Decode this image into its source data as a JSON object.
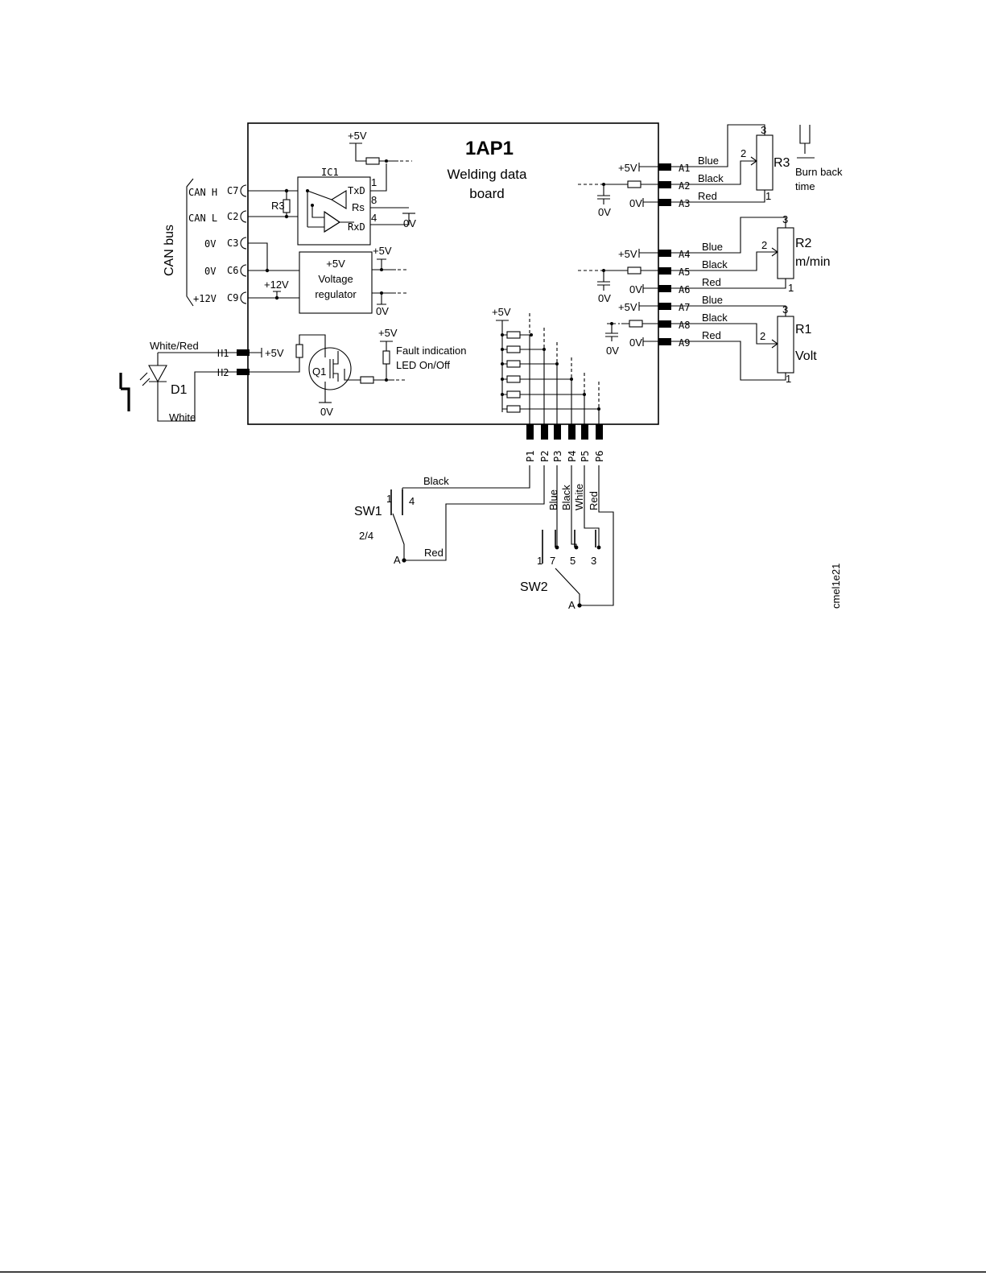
{
  "board": {
    "name": "1AP1",
    "subtitle_line1": "Welding data",
    "subtitle_line2": "board"
  },
  "can_bus": {
    "label": "CAN bus",
    "signals": [
      "CAN H",
      "CAN L",
      "0V",
      "0V",
      "+12V"
    ],
    "pins": [
      "C7",
      "C2",
      "C3",
      "C6",
      "C9"
    ]
  },
  "ic": {
    "name": "IC1",
    "txd": "TxD",
    "rs": "Rs",
    "rxd": "RxD",
    "pin_txd": "1",
    "pin_rs": "8",
    "pin_rxd": "4",
    "terminator": "R3"
  },
  "supply": {
    "v5": "+5V",
    "v0": "0V",
    "v12": "+12V"
  },
  "regulator": {
    "line1": "+5V",
    "line2": "Voltage",
    "line3": "regulator"
  },
  "fault": {
    "line1": "Fault indication",
    "line2": "LED On/Off",
    "transistor": "Q1"
  },
  "led": {
    "name": "D1",
    "wire_top": "White/Red",
    "wire_bottom": "White",
    "pins": [
      "H1",
      "H2"
    ],
    "h1_supply": "+5V"
  },
  "a_connector": {
    "pins": [
      "A1",
      "A2",
      "A3",
      "A4",
      "A5",
      "A6",
      "A7",
      "A8",
      "A9"
    ],
    "supply_labels": [
      "+5V",
      "",
      "0V",
      "+5V",
      "",
      "0V",
      "+5V",
      "",
      "0V"
    ],
    "wires": [
      "Blue",
      "Black",
      "Red",
      "Blue",
      "Black",
      "Red",
      "Blue",
      "Black",
      "Red"
    ]
  },
  "potentiometers": [
    {
      "name": "R3",
      "desc_line1": "Burn back",
      "desc_line2": "time",
      "pin_top": "3",
      "pin_wiper": "2",
      "pin_bottom": "1"
    },
    {
      "name": "R2",
      "desc_line1": "m/min",
      "desc_line2": "",
      "pin_top": "3",
      "pin_wiper": "2",
      "pin_bottom": "1"
    },
    {
      "name": "R1",
      "desc_line1": "Volt",
      "desc_line2": "",
      "pin_top": "3",
      "pin_wiper": "2",
      "pin_bottom": "1"
    }
  ],
  "p_connector": {
    "pins": [
      "P1",
      "P2",
      "P3",
      "P4",
      "P5",
      "P6"
    ],
    "supply": "+5V",
    "wires_vertical": [
      "Blue",
      "Black",
      "White",
      "Red"
    ]
  },
  "sw1": {
    "name": "SW1",
    "positions": "2/4",
    "contact_a": "A",
    "contact_1": "1",
    "contact_4": "4",
    "wire_black": "Black",
    "wire_red": "Red"
  },
  "sw2": {
    "name": "SW2",
    "contact_a": "A",
    "contacts": [
      "1",
      "7",
      "5",
      "3"
    ]
  },
  "drawing_id": "cmel1e21"
}
